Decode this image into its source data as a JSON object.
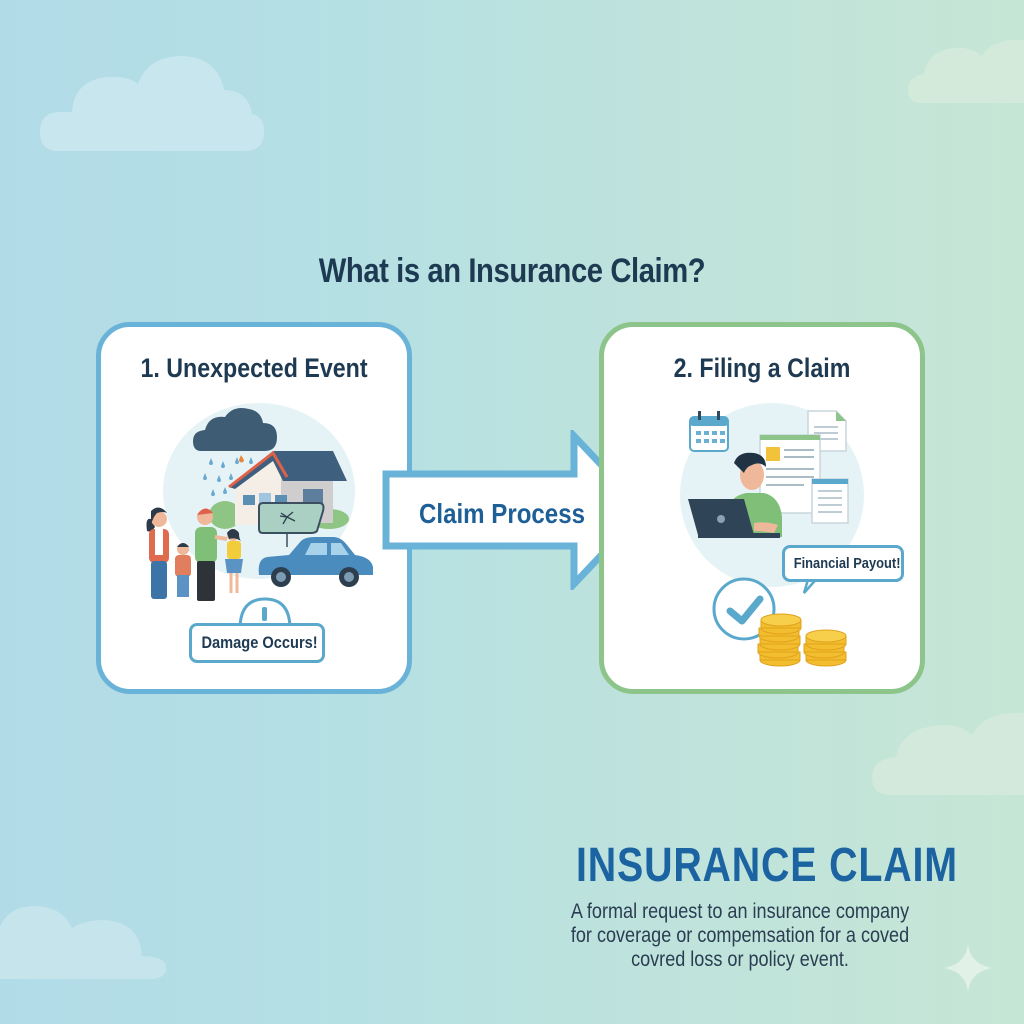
{
  "title": "What is an Insurance Claim?",
  "steps": [
    {
      "label": "1. Unexpected Event",
      "callout": "Damage Occurs!",
      "icon": "exclamation-icon",
      "illustration": "family-house-storm-car-damage"
    },
    {
      "label": "2. Filing a Claim",
      "callout": "Financial Payout!",
      "icon": "checkmark-icon",
      "illustration": "person-laptop-documents-coins"
    }
  ],
  "arrow": {
    "label": "Claim Process"
  },
  "definition": {
    "term": "INSURANCE CLAIM",
    "lines": [
      "A formal request to an insurance company",
      "for coverage or compemsation for a coved",
      "covred loss or policy event."
    ]
  },
  "colors": {
    "title": "#1e3a52",
    "card_1_border": "#6ab3d8",
    "card_2_border": "#8cc48a",
    "arrow_border": "#6ab3d8",
    "arrow_text": "#1f5f97",
    "term_title": "#1b63a1",
    "bg_left": "#b2dbe8",
    "bg_right": "#c6e6d5"
  }
}
